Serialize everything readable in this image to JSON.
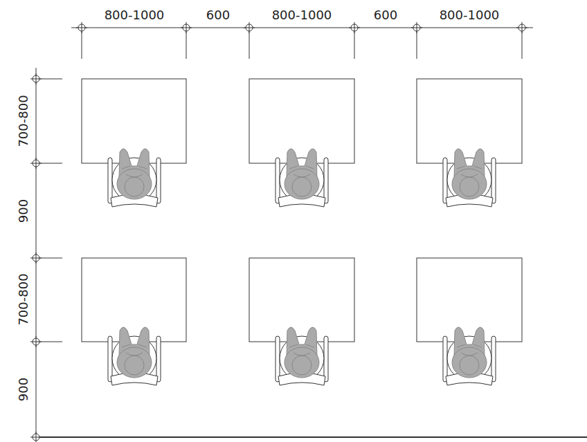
{
  "diagram": {
    "labels": [
      "800-1000",
      "600",
      "800-1000",
      "600",
      "800-1000",
      "700-800",
      "900",
      "700-800",
      "900"
    ]
  }
}
